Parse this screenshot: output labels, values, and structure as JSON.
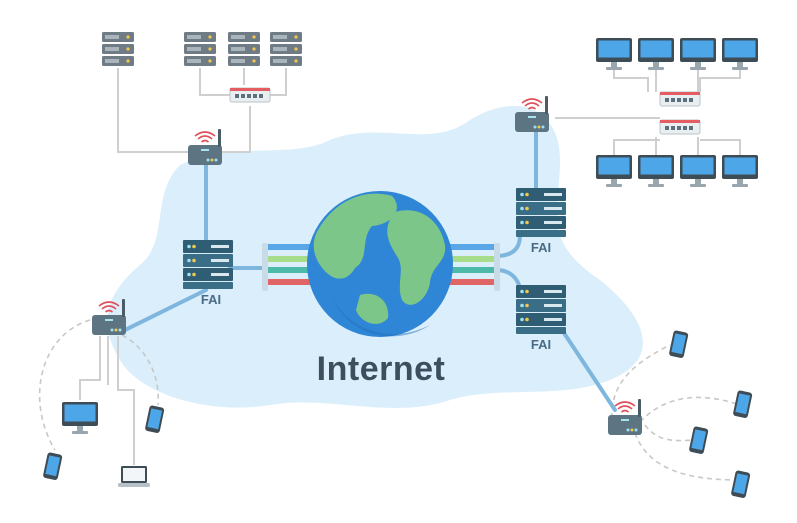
{
  "diagram": {
    "labels": {
      "internet": "Internet",
      "isp_left": "FAI",
      "isp_right_top": "FAI",
      "isp_right_bottom": "FAI"
    },
    "colors": {
      "cloud": "#dbeefb",
      "link": "#7fb6dd",
      "wire": "#cfcfcf",
      "wireless": "#c8c8c8",
      "server_dark": "#2f5d73",
      "server_light": "#3f7a93",
      "router": "#58707e",
      "ocean": "#2f86d6",
      "land": "#7cc68a",
      "cable_blue": "#5aa7e8",
      "cable_green": "#a6dc8a",
      "cable_teal": "#4cb9a9",
      "cable_red": "#e06666",
      "signal": "#e0505a"
    },
    "icons": [
      "server-icon",
      "router-icon",
      "switch-icon",
      "monitor-icon",
      "phone-icon",
      "laptop-icon",
      "globe-icon",
      "isp-server-icon"
    ]
  }
}
